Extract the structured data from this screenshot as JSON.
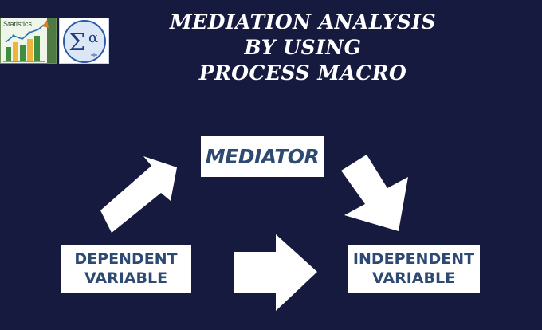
{
  "title": {
    "line1": "MEDIATION ANALYSIS",
    "line2": "BY USING",
    "line3": "PROCESS MACRO"
  },
  "logos": {
    "statistics_label": "Statistics"
  },
  "boxes": {
    "mediator": "MEDIATOR",
    "dependent": [
      "DEPENDENT",
      "VARIABLE"
    ],
    "independent": [
      "INDEPENDENT",
      "VARIABLE"
    ]
  },
  "colors": {
    "background": "#161a3e",
    "box_text": "#2e4a72",
    "arrow": "#ffffff"
  },
  "icons": {
    "statistics_logo": "bar-chart-icon",
    "sigma_logo": "sigma-alpha-icon"
  }
}
